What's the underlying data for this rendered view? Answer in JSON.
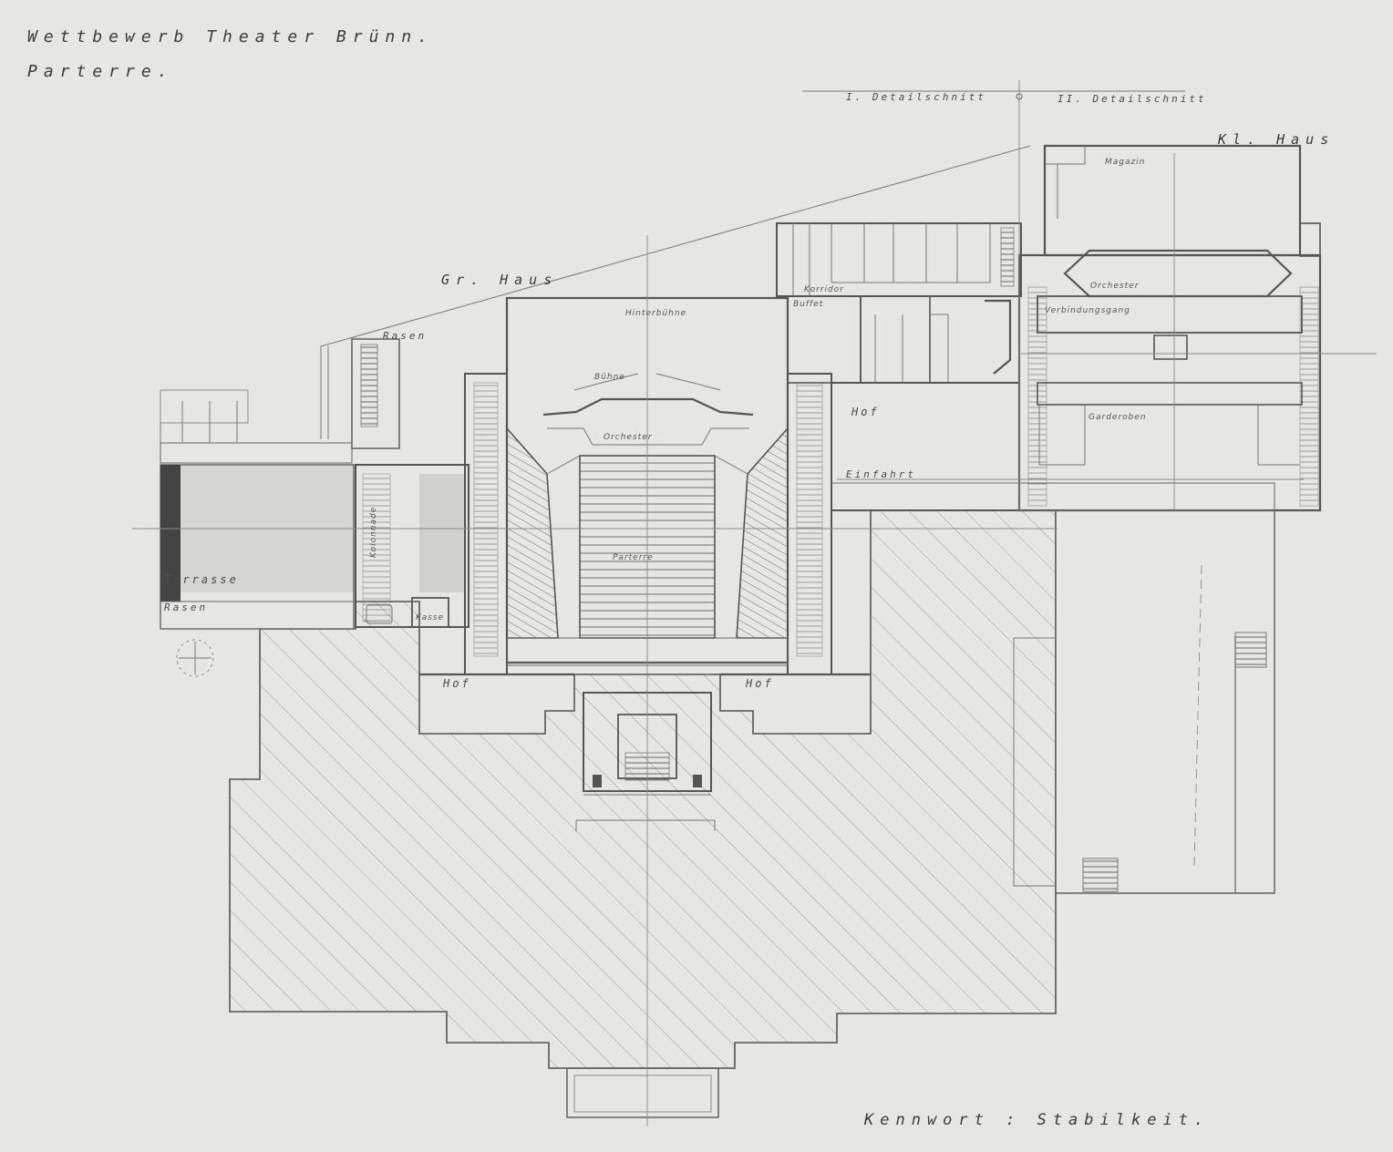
{
  "title": {
    "line1": "Wettbewerb Theater Brünn.",
    "line2": "Parterre."
  },
  "signature": "Kennwort : Stabilkeit.",
  "section_labels": {
    "section_1": "I. Detailschnitt",
    "section_2": "II. Detailschnitt"
  },
  "wings": {
    "large_hall": "Gr. Haus",
    "small_hall": "Kl. Haus"
  },
  "rooms": {
    "hinterbuehne": "Hinterbühne",
    "buehne": "Bühne",
    "orchester_large": "Orchester",
    "parterre": "Parterre",
    "hof_right": "Hof",
    "hof_low_left": "Hof",
    "hof_low_right": "Hof",
    "magazin": "Magazin",
    "orchester_small": "Orchester",
    "garderoben": "Garderoben",
    "terrasse": "Terrasse",
    "rasen_left": "Rasen",
    "rasen_top": "Rasen",
    "kasse": "Kasse",
    "korridor": "Korridor",
    "buffet": "Buffet",
    "verbindungsgang": "Verbindungsgang",
    "kolonnade": "Kolonnade",
    "einfahrt": "Einfahrt"
  },
  "colors": {
    "paper": "#e6e6e4",
    "ink": "#555555",
    "thin_ink": "#777777",
    "hatch": "#9a9a9a"
  }
}
